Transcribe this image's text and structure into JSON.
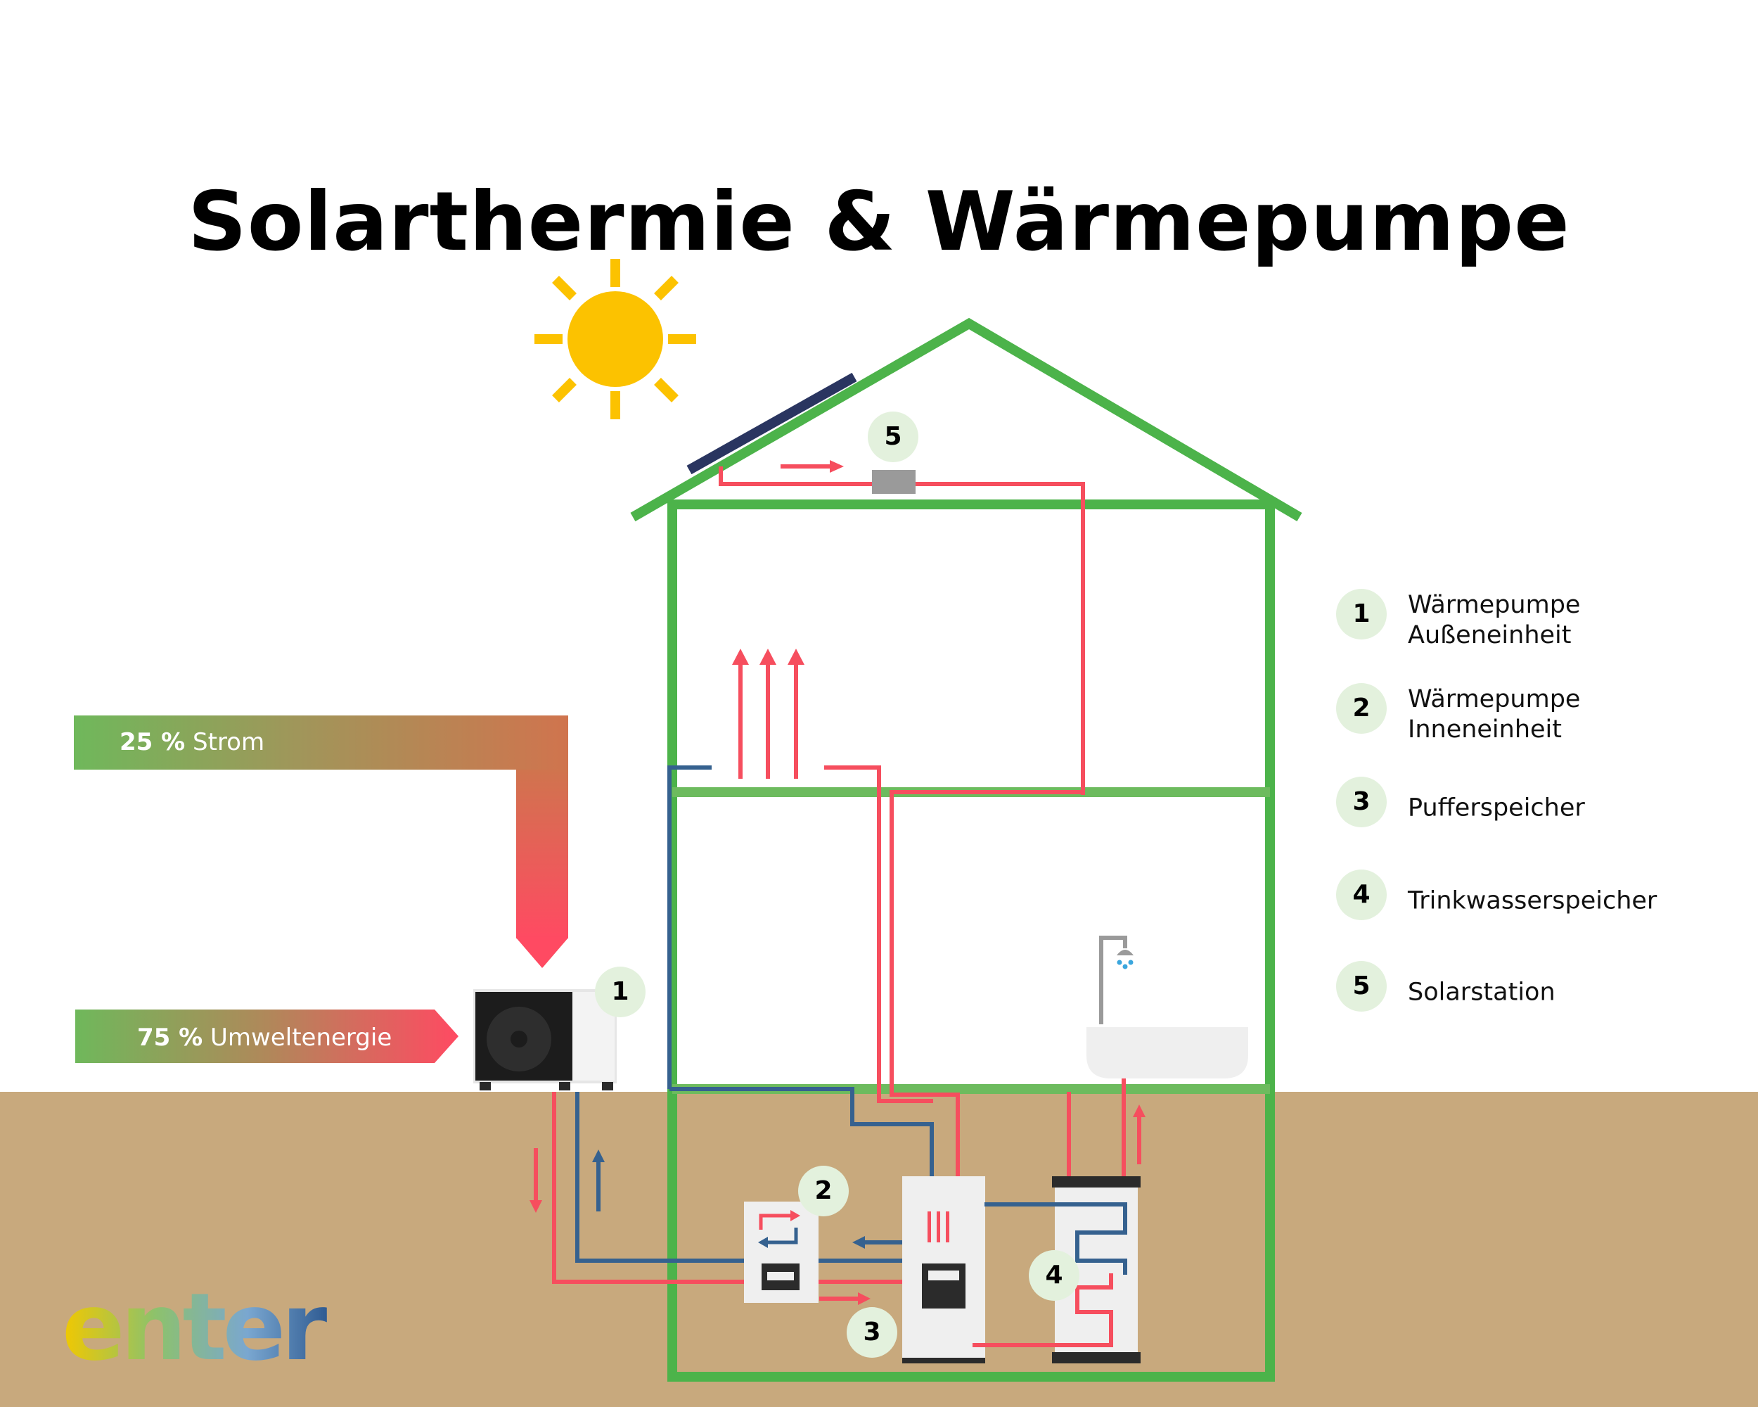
{
  "title": "Solarthermie & Wärmepumpe",
  "flows": {
    "strom": {
      "percent": "25 %",
      "label": "Strom"
    },
    "umwelt": {
      "percent": "75 %",
      "label": "Umweltenergie"
    }
  },
  "badges": {
    "outdoor_unit": "1",
    "indoor_unit": "2",
    "buffer": "3",
    "drinking_water": "4",
    "solar_station": "5"
  },
  "legend": [
    {
      "number": "1",
      "text": "Wärmepumpe\nAußeneinheit"
    },
    {
      "number": "2",
      "text": "Wärmepumpe\nInneneinheit"
    },
    {
      "number": "3",
      "text": "Pufferspeicher"
    },
    {
      "number": "4",
      "text": "Trinkwasserspeicher"
    },
    {
      "number": "5",
      "text": "Solarstation"
    }
  ],
  "logo": {
    "text": "enter"
  },
  "colors": {
    "house": "#4cb34a",
    "floor": "#6dbb5e",
    "hot_pipe": "#f64e5e",
    "cold_pipe": "#35618f",
    "ground": "#c8a97d",
    "sun": "#fcc200",
    "panel": "#2a3560",
    "badge_bg": "#e3f1dd"
  }
}
